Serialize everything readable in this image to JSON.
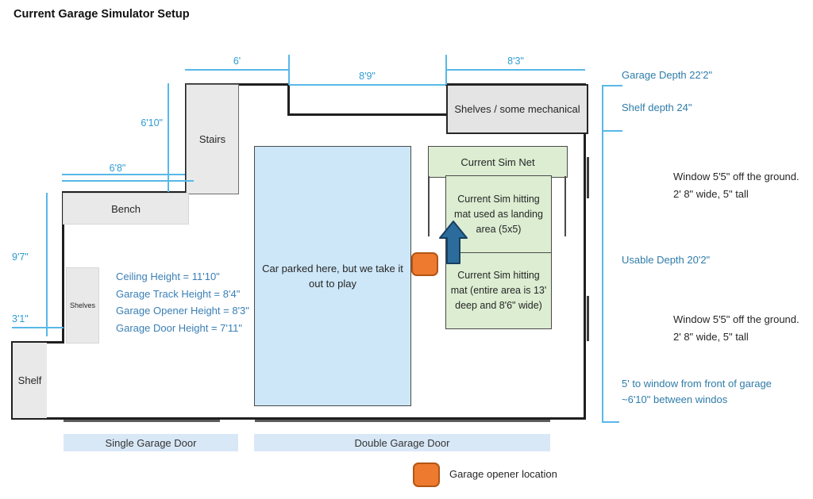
{
  "title": "Current Garage Simulator Setup",
  "colors": {
    "dimension_line": "#58B8E8",
    "dimension_text": "#2E9BD3",
    "annotation_teal": "#2F7CA8",
    "heights_text": "#3A7FB5",
    "opener_orange": "#ED7A2F",
    "opener_border": "#B35514",
    "arrow_blue": "#2B6C9D",
    "mat_green": "#DCEDD2",
    "car_blue": "#CDE7F8",
    "door_bar_blue": "#D9E8F7",
    "fixture_gray": "#E9E9E9",
    "wall_black": "#1f1f1f"
  },
  "fixtures": {
    "stairs": "Stairs",
    "bench": "Bench",
    "shelves_small": "Shelves",
    "shelf": "Shelf",
    "shelves_mechanical": "Shelves / some mechanical",
    "car": "Car parked here, but we take it out to play",
    "sim_net": "Current Sim Net",
    "landing_mat": "Current Sim hitting mat used as landing area (5x5)",
    "hitting_mat": "Current Sim hitting mat (entire area is 13' deep and 8'6\" wide)"
  },
  "measurements": {
    "top_left_width": "6'",
    "top_recess_width": "8'9\"",
    "top_right_width": "8'3\"",
    "stairs_height": "6'10\"",
    "bench_width": "6'8\"",
    "left_depth": "9'7\"",
    "left_step": "3'1\""
  },
  "heights": [
    "Ceiling Height = 11'10\"",
    "Garage Track Height = 8'4\"",
    "Garage Opener Height = 8'3\"",
    "Garage Door Height = 7'11\""
  ],
  "right_annotations": {
    "garage_depth": "Garage Depth 22'2\"",
    "shelf_depth": "Shelf depth 24\"",
    "window1_line1": "Window 5'5\" off the ground.",
    "window1_line2": "2' 8\" wide, 5\" tall",
    "usable_depth": "Usable Depth 20'2\"",
    "window2_line1": "Window 5'5\" off the ground.",
    "window2_line2": "2' 8\" wide, 5\" tall",
    "window_offset_line1": "5' to window from front of garage",
    "window_offset_line2": "~6'10\" between windos"
  },
  "doors": {
    "single": "Single Garage Door",
    "double": "Double Garage Door"
  },
  "legend": {
    "opener": "Garage opener location"
  }
}
